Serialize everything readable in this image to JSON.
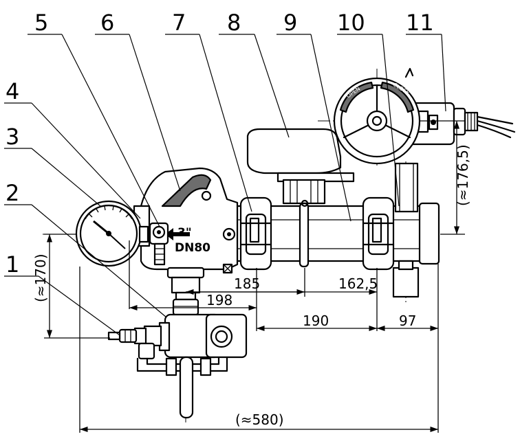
{
  "callouts": [
    "1",
    "2",
    "3",
    "4",
    "5",
    "6",
    "7",
    "8",
    "9",
    "10",
    "11"
  ],
  "dimensions": {
    "d185": "185",
    "d162_5": "162,5",
    "d198": "198",
    "d190": "190",
    "d97": "97",
    "d580": "(≈580)",
    "d170": "(≈170)",
    "d176_5": "(≈176,5)"
  },
  "markings": {
    "size": "3\"",
    "nominal": "DN80",
    "wheel_text_left": "OPEN",
    "wheel_text_right": "CLOSE"
  }
}
